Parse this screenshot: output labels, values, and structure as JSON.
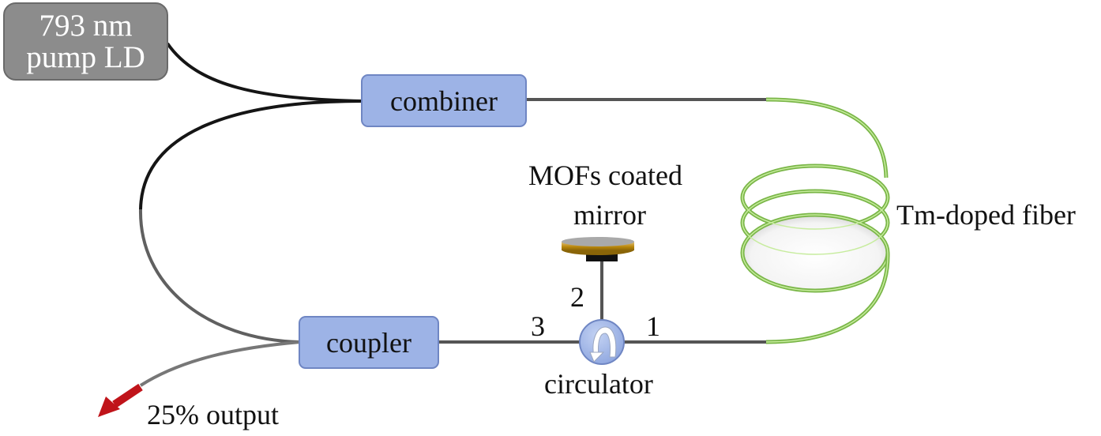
{
  "pump": {
    "line1": "793 nm",
    "line2": "pump LD"
  },
  "combiner": {
    "label": "combiner"
  },
  "coupler": {
    "label": "coupler"
  },
  "mirror": {
    "line1": "MOFs coated",
    "line2": "mirror"
  },
  "gain_fiber": {
    "label": "Tm-doped fiber"
  },
  "circulator": {
    "label": "circulator",
    "port1": "1",
    "port2": "2",
    "port3": "3"
  },
  "output": {
    "label": "25% output"
  },
  "colors": {
    "pump_box": "#8c8c8c",
    "component_box": "#9db3e6",
    "passive_fiber": "#555555",
    "pump_fiber": "#151515",
    "gain_fiber": "#7ab648",
    "mirror_gold": "#b8860b",
    "output_arrow": "#c0141a"
  }
}
